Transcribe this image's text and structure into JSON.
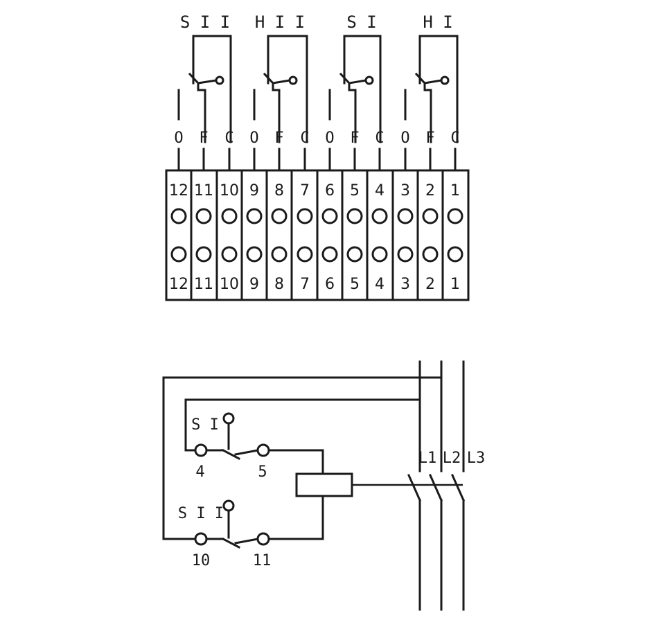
{
  "switch_labels": [
    "S I I",
    "H I I",
    "S I",
    "H I"
  ],
  "contact_labels": [
    "O",
    "F",
    "C",
    "O",
    "F",
    "C",
    "O",
    "F",
    "C",
    "O",
    "F",
    "C"
  ],
  "terminal_numbers": [
    "12",
    "11",
    "10",
    "9",
    "8",
    "7",
    "6",
    "5",
    "4",
    "3",
    "2",
    "1"
  ],
  "circuit": {
    "switch_s1_label": "S I",
    "switch_s11_label": "S I I",
    "terminal_4": "4",
    "terminal_5": "5",
    "terminal_10": "10",
    "terminal_11": "11",
    "phase_labels": [
      "L1",
      "L2",
      "L3"
    ]
  }
}
